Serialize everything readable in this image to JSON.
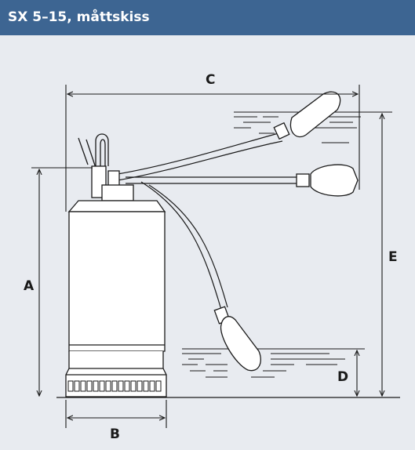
{
  "title": "SX 5–15, måttskiss",
  "colors": {
    "header_bg": "#3d6592",
    "header_text": "#ffffff",
    "panel_bg": "#e8ebf0",
    "line": "#1a1a1a",
    "pump_fill": "#ffffff"
  },
  "dimensions": {
    "a": "A",
    "b": "B",
    "c": "C",
    "d": "D",
    "e": "E"
  }
}
